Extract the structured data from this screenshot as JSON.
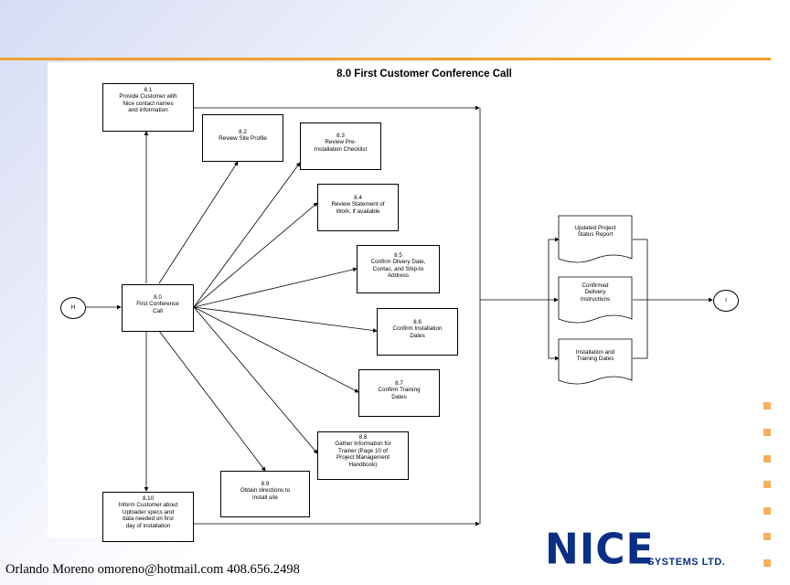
{
  "title": "8.0 First Customer Conference Call",
  "start_connector": "H",
  "end_connector": "I",
  "central": {
    "num": "8.0",
    "text": "First Conference\nCall"
  },
  "tasks": [
    {
      "num": "8.1",
      "text": "Provide Customer with\nNice contact names\nand information"
    },
    {
      "num": "8.2",
      "text": "Review Site Profile"
    },
    {
      "num": "8.3",
      "text": "Review Pre-\nInstallation Checklist"
    },
    {
      "num": "8.4",
      "text": "Review Statement of\nWork, if available"
    },
    {
      "num": "8.5",
      "text": "Confirm Dlivery Date,\nContac, and Ship-to\nAddress"
    },
    {
      "num": "8.6",
      "text": "Confirm Installation\nDates"
    },
    {
      "num": "8.7",
      "text": "Confirm Training\nDates"
    },
    {
      "num": "8.8",
      "text": "Gather Information for\nTrainer (Page 10 of\nProject Management\nHandbook)"
    },
    {
      "num": "8.9",
      "text": "Obtain directions to\ninstall site"
    },
    {
      "num": "8.10",
      "text": "Inform Customer about\nUploader specs and\ndata needed on first\nday of installation"
    }
  ],
  "documents": [
    "Updated Project\nStatus Report",
    "Confirmed\nDelivery\nInstructions",
    "Installation and\nTraining Dates"
  ],
  "footer": {
    "author": "Orlando Moreno  omoreno@hotmail.com  408.656.2498",
    "logo_text": "NICE",
    "logo_sub": "SYSTEMS LTD."
  },
  "colors": {
    "accent": "#f0a030",
    "brand": "#0b2f82",
    "square": "#f4b060"
  }
}
